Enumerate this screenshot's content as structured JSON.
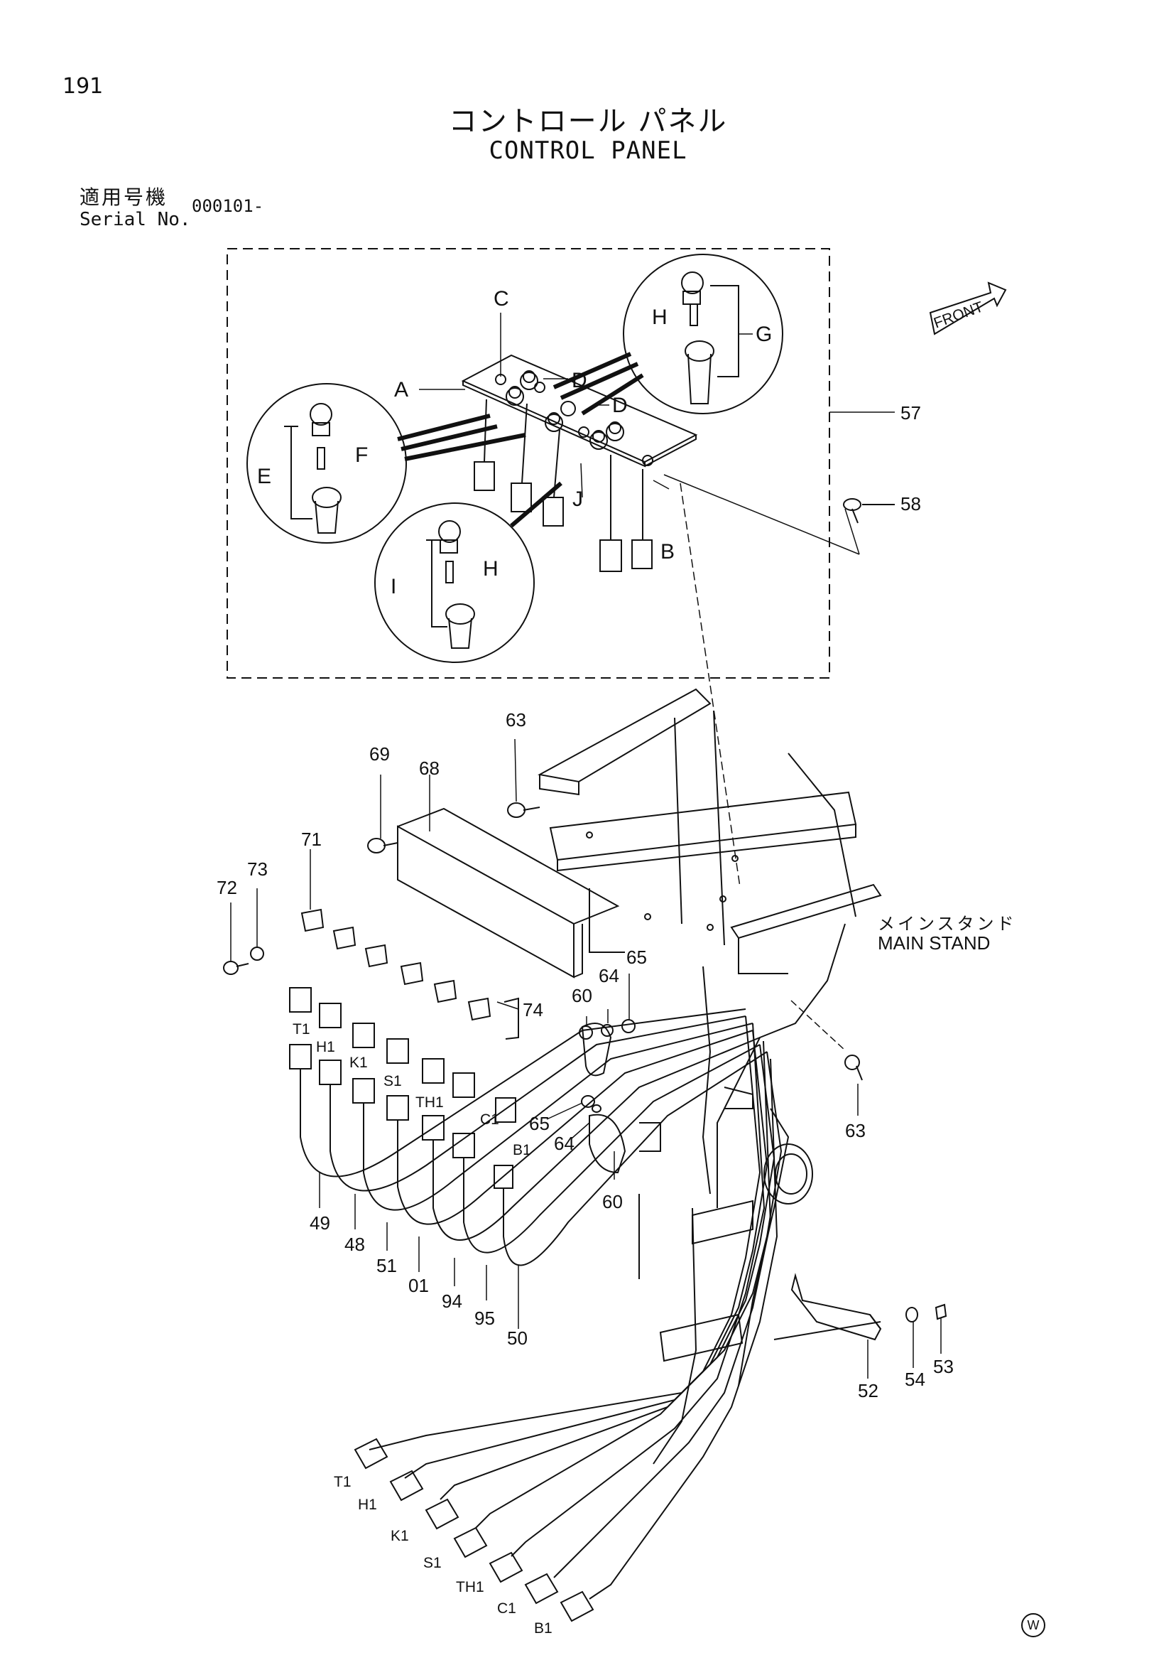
{
  "page_number": "191",
  "title_jp": "コントロール パネル",
  "title_en": "CONTROL PANEL",
  "serial": {
    "label_jp": "適用号機",
    "label_en": "Serial No.",
    "value": "000101-"
  },
  "front_label": "FRONT",
  "main_stand": {
    "label_jp": "メインスタンド",
    "label_en": "MAIN STAND"
  },
  "detail_letters": {
    "A": "A",
    "B": "B",
    "C": "C",
    "D1": "D",
    "D2": "D",
    "E": "E",
    "F": "F",
    "G": "G",
    "H1": "H",
    "H2": "H",
    "I": "I",
    "J": "J"
  },
  "part_numbers": {
    "p57": "57",
    "p58": "58",
    "p63a": "63",
    "p63b": "63",
    "p69": "69",
    "p68": "68",
    "p71": "71",
    "p72": "72",
    "p73": "73",
    "p74": "74",
    "p60a": "60",
    "p64a": "64",
    "p65a": "65",
    "p65b": "65",
    "p64b": "64",
    "p60b": "60",
    "p49": "49",
    "p48": "48",
    "p51": "51",
    "p01": "01",
    "p94": "94",
    "p95": "95",
    "p50": "50",
    "p52": "52",
    "p54": "54",
    "p53": "53"
  },
  "connector_labels_top": {
    "T1": "T1",
    "H1": "H1",
    "K1": "K1",
    "S1": "S1",
    "TH1": "TH1",
    "C1": "C1",
    "B1": "B1"
  },
  "connector_labels_bottom": {
    "T1": "T1",
    "H1": "H1",
    "K1": "K1",
    "S1": "S1",
    "TH1": "TH1",
    "C1": "C1",
    "B1": "B1"
  },
  "corner_mark": "W"
}
